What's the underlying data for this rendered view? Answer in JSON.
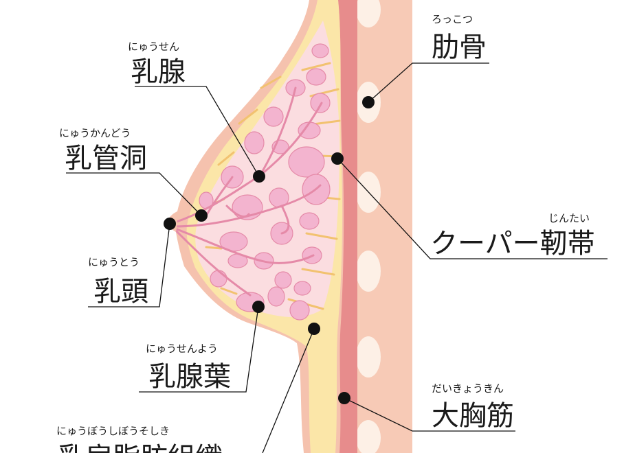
{
  "labels": {
    "rib": {
      "text": "肋骨",
      "ruby": "ろっこつ"
    },
    "gland": {
      "text": "乳腺",
      "ruby": "にゅうせん"
    },
    "sinus": {
      "text": "乳管洞",
      "ruby": "にゅうかんどう"
    },
    "cooper": {
      "text": "クーパー靭帯",
      "ruby": "じんたい"
    },
    "nipple": {
      "text": "乳頭",
      "ruby": "にゅうとう"
    },
    "lobe": {
      "text": "乳腺葉",
      "ruby": "にゅうせんよう"
    },
    "pectoral": {
      "text": "大胸筋",
      "ruby": "だいきょうきん"
    },
    "fat": {
      "text": "乳房脂肪組織",
      "ruby": "にゅうぼうしぼうそしき"
    }
  },
  "colors": {
    "skin": "#f5c2ae",
    "fat_layer": "#fbe6a8",
    "tissue": "#fbdde0",
    "lobule": "#f3b4cf",
    "duct": "#e58aa8",
    "muscle": "#e78c8c",
    "chest_wall": "#f7cab6",
    "rib": "#fdf0e6",
    "ligament": "#f2c270",
    "line": "#111111"
  }
}
